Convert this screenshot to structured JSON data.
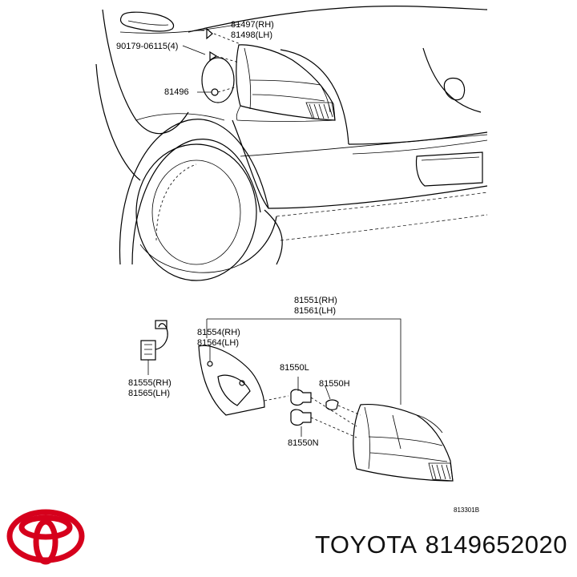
{
  "brand": {
    "name": "TOYOTA",
    "part_number": "8149652020",
    "logo_color": "#d6001c"
  },
  "callouts": {
    "c_81497": "81497(RH)",
    "c_81498": "81498(LH)",
    "c_90179": "90179-06115(4)",
    "c_81496": "81496",
    "c_81551": "81551(RH)",
    "c_81561": "81561(LH)",
    "c_81554": "81554(RH)",
    "c_81564": "81564(LH)",
    "c_81555": "81555(RH)",
    "c_81565": "81565(LH)",
    "c_81550L": "81550L",
    "c_81550H": "81550H",
    "c_81550N": "81550N",
    "ref": "813301B"
  }
}
